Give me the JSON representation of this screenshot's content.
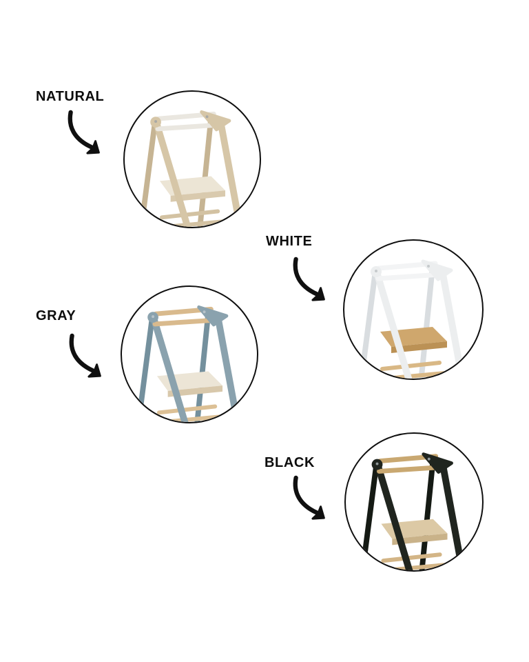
{
  "styles": {
    "background": "#ffffff",
    "text_color": "#0d0d0d",
    "arrow_color": "#101010",
    "circle_border_color": "#0f0f0f"
  },
  "icons": {
    "label_arrow": "curved-arrow-down-right"
  },
  "image_subject": "foldable kids learning tower (upper section) shown in four color options",
  "variants": [
    {
      "id": "natural",
      "label": "NATURAL",
      "colors": {
        "frame": "#d6c6a7",
        "frame_dark": "#c6b493",
        "wood": "#eae7e0",
        "rung": "#d3c2a2",
        "platform": "#ece5d5",
        "platform_edge": "#d9caae",
        "screw": "#a9a9a5"
      }
    },
    {
      "id": "white",
      "label": "WHITE",
      "colors": {
        "frame": "#eceeef",
        "frame_dark": "#d9dde0",
        "wood": "#f3f4f5",
        "rung": "#d9b885",
        "platform": "#cfa76d",
        "platform_edge": "#bb9155",
        "screw": "#c6cacc"
      }
    },
    {
      "id": "gray",
      "label": "GRAY",
      "colors": {
        "frame": "#8aa2ae",
        "frame_dark": "#74909d",
        "wood": "#d9ba8d",
        "rung": "#dcc095",
        "platform": "#ece5d6",
        "platform_edge": "#d8c8ab",
        "screw": "#b7c3ca"
      }
    },
    {
      "id": "black",
      "label": "BLACK",
      "colors": {
        "frame": "#20251f",
        "frame_dark": "#151a14",
        "wood": "#c9a871",
        "rung": "#d3b586",
        "platform": "#dcc9a5",
        "platform_edge": "#c9b289",
        "screw": "#8f9799"
      }
    }
  ]
}
